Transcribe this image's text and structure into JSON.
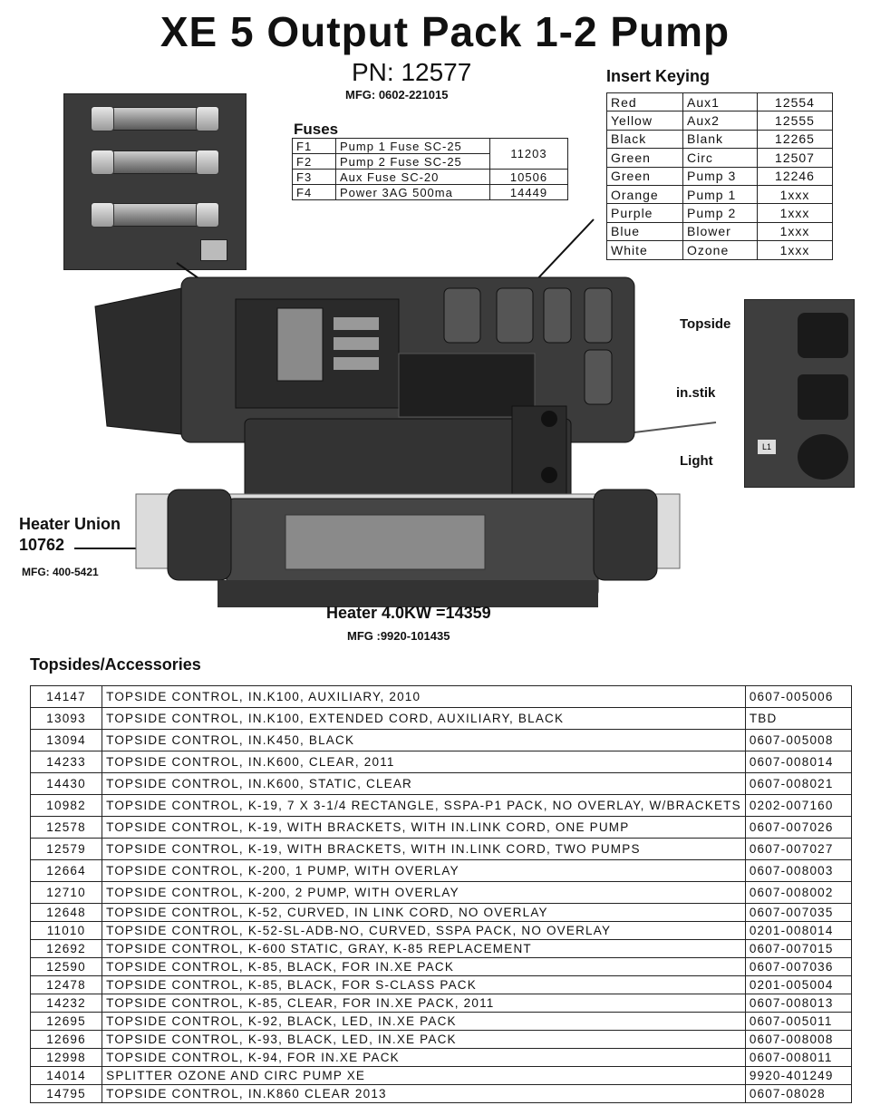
{
  "title": "XE 5 Output Pack 1-2 Pump",
  "pn": "PN: 12577",
  "mfg": "MFG: 0602-221015",
  "fuses": {
    "heading": "Fuses",
    "rows": [
      {
        "id": "F1",
        "desc": "Pump 1 Fuse SC-25",
        "pn": "11203"
      },
      {
        "id": "F2",
        "desc": "Pump 2 Fuse SC-25",
        "pn": ""
      },
      {
        "id": "F3",
        "desc": "Aux Fuse SC-20",
        "pn": "10506"
      },
      {
        "id": "F4",
        "desc": "Power 3AG 500ma",
        "pn": "14449"
      }
    ]
  },
  "insert_keying": {
    "heading": "Insert Keying",
    "rows": [
      {
        "color": "Red",
        "name": "Aux1",
        "pn": "12554"
      },
      {
        "color": "Yellow",
        "name": "Aux2",
        "pn": "12555"
      },
      {
        "color": "Black",
        "name": "Blank",
        "pn": "12265"
      },
      {
        "color": "Green",
        "name": "Circ",
        "pn": "12507"
      },
      {
        "color": "Green",
        "name": "Pump 3",
        "pn": "12246"
      },
      {
        "color": "Orange",
        "name": "Pump 1",
        "pn": "1xxx"
      },
      {
        "color": "Purple",
        "name": "Pump 2",
        "pn": "1xxx"
      },
      {
        "color": "Blue",
        "name": "Blower",
        "pn": "1xxx"
      },
      {
        "color": "White",
        "name": "Ozone",
        "pn": "1xxx"
      }
    ]
  },
  "side_labels": {
    "topside": "Topside",
    "instik": "in.stik",
    "light": "Light",
    "light_badge": "L1"
  },
  "heater_union": {
    "label": "Heater Union",
    "pn": "10762",
    "mfg": "MFG: 400-5421"
  },
  "heater": {
    "label": "Heater 4.0KW =14359",
    "mfg": "MFG :9920-101435"
  },
  "accessories": {
    "heading": "Topsides/Accessories",
    "rows": [
      {
        "pn": "14147",
        "desc": "TOPSIDE CONTROL, IN.K100, AUXILIARY, 2010",
        "mfg": "0607-005006"
      },
      {
        "pn": "13093",
        "desc": "TOPSIDE CONTROL, IN.K100, EXTENDED CORD, AUXILIARY, BLACK",
        "mfg": "TBD"
      },
      {
        "pn": "13094",
        "desc": "TOPSIDE CONTROL, IN.K450, BLACK",
        "mfg": "0607-005008"
      },
      {
        "pn": "14233",
        "desc": "TOPSIDE CONTROL, IN.K600, CLEAR, 2011",
        "mfg": "0607-008014"
      },
      {
        "pn": "14430",
        "desc": "TOPSIDE CONTROL, IN.K600, STATIC, CLEAR",
        "mfg": "0607-008021"
      },
      {
        "pn": "10982",
        "desc": "TOPSIDE CONTROL, K-19, 7 X 3-1/4 RECTANGLE, SSPA-P1 PACK, NO OVERLAY, W/BRACKETS",
        "mfg": "0202-007160"
      },
      {
        "pn": "12578",
        "desc": "TOPSIDE CONTROL, K-19, WITH BRACKETS, WITH IN.LINK CORD, ONE PUMP",
        "mfg": "0607-007026"
      },
      {
        "pn": "12579",
        "desc": "TOPSIDE CONTROL, K-19, WITH BRACKETS, WITH IN.LINK CORD, TWO PUMPS",
        "mfg": "0607-007027"
      },
      {
        "pn": "12664",
        "desc": "TOPSIDE CONTROL, K-200, 1 PUMP, WITH OVERLAY",
        "mfg": "0607-008003"
      },
      {
        "pn": "12710",
        "desc": "TOPSIDE CONTROL, K-200, 2 PUMP, WITH OVERLAY",
        "mfg": "0607-008002"
      },
      {
        "pn": "12648",
        "desc": "TOPSIDE CONTROL, K-52, CURVED, IN LINK CORD, NO OVERLAY",
        "mfg": "0607-007035"
      },
      {
        "pn": "11010",
        "desc": "TOPSIDE CONTROL, K-52-SL-ADB-NO, CURVED, SSPA PACK, NO OVERLAY",
        "mfg": "0201-008014"
      },
      {
        "pn": "12692",
        "desc": "TOPSIDE CONTROL, K-600 STATIC, GRAY, K-85 REPLACEMENT",
        "mfg": "0607-007015"
      },
      {
        "pn": "12590",
        "desc": "TOPSIDE CONTROL, K-85, BLACK, FOR IN.XE PACK",
        "mfg": "0607-007036"
      },
      {
        "pn": "12478",
        "desc": "TOPSIDE CONTROL, K-85, BLACK, FOR S-CLASS PACK",
        "mfg": "0201-005004"
      },
      {
        "pn": "14232",
        "desc": "TOPSIDE CONTROL, K-85, CLEAR, FOR IN.XE PACK, 2011",
        "mfg": "0607-008013"
      },
      {
        "pn": "12695",
        "desc": "TOPSIDE CONTROL, K-92, BLACK, LED, IN.XE PACK",
        "mfg": "0607-005011"
      },
      {
        "pn": "12696",
        "desc": "TOPSIDE CONTROL, K-93, BLACK, LED, IN.XE PACK",
        "mfg": "0607-008008"
      },
      {
        "pn": "12998",
        "desc": "TOPSIDE CONTROL, K-94, FOR IN.XE PACK",
        "mfg": "0607-008011"
      },
      {
        "pn": "14014",
        "desc": "SPLITTER OZONE AND CIRC PUMP XE",
        "mfg": "9920-401249"
      },
      {
        "pn": "14795",
        "desc": "TOPSIDE CONTROL, IN.K860 CLEAR 2013",
        "mfg": "0607-08028"
      }
    ]
  }
}
